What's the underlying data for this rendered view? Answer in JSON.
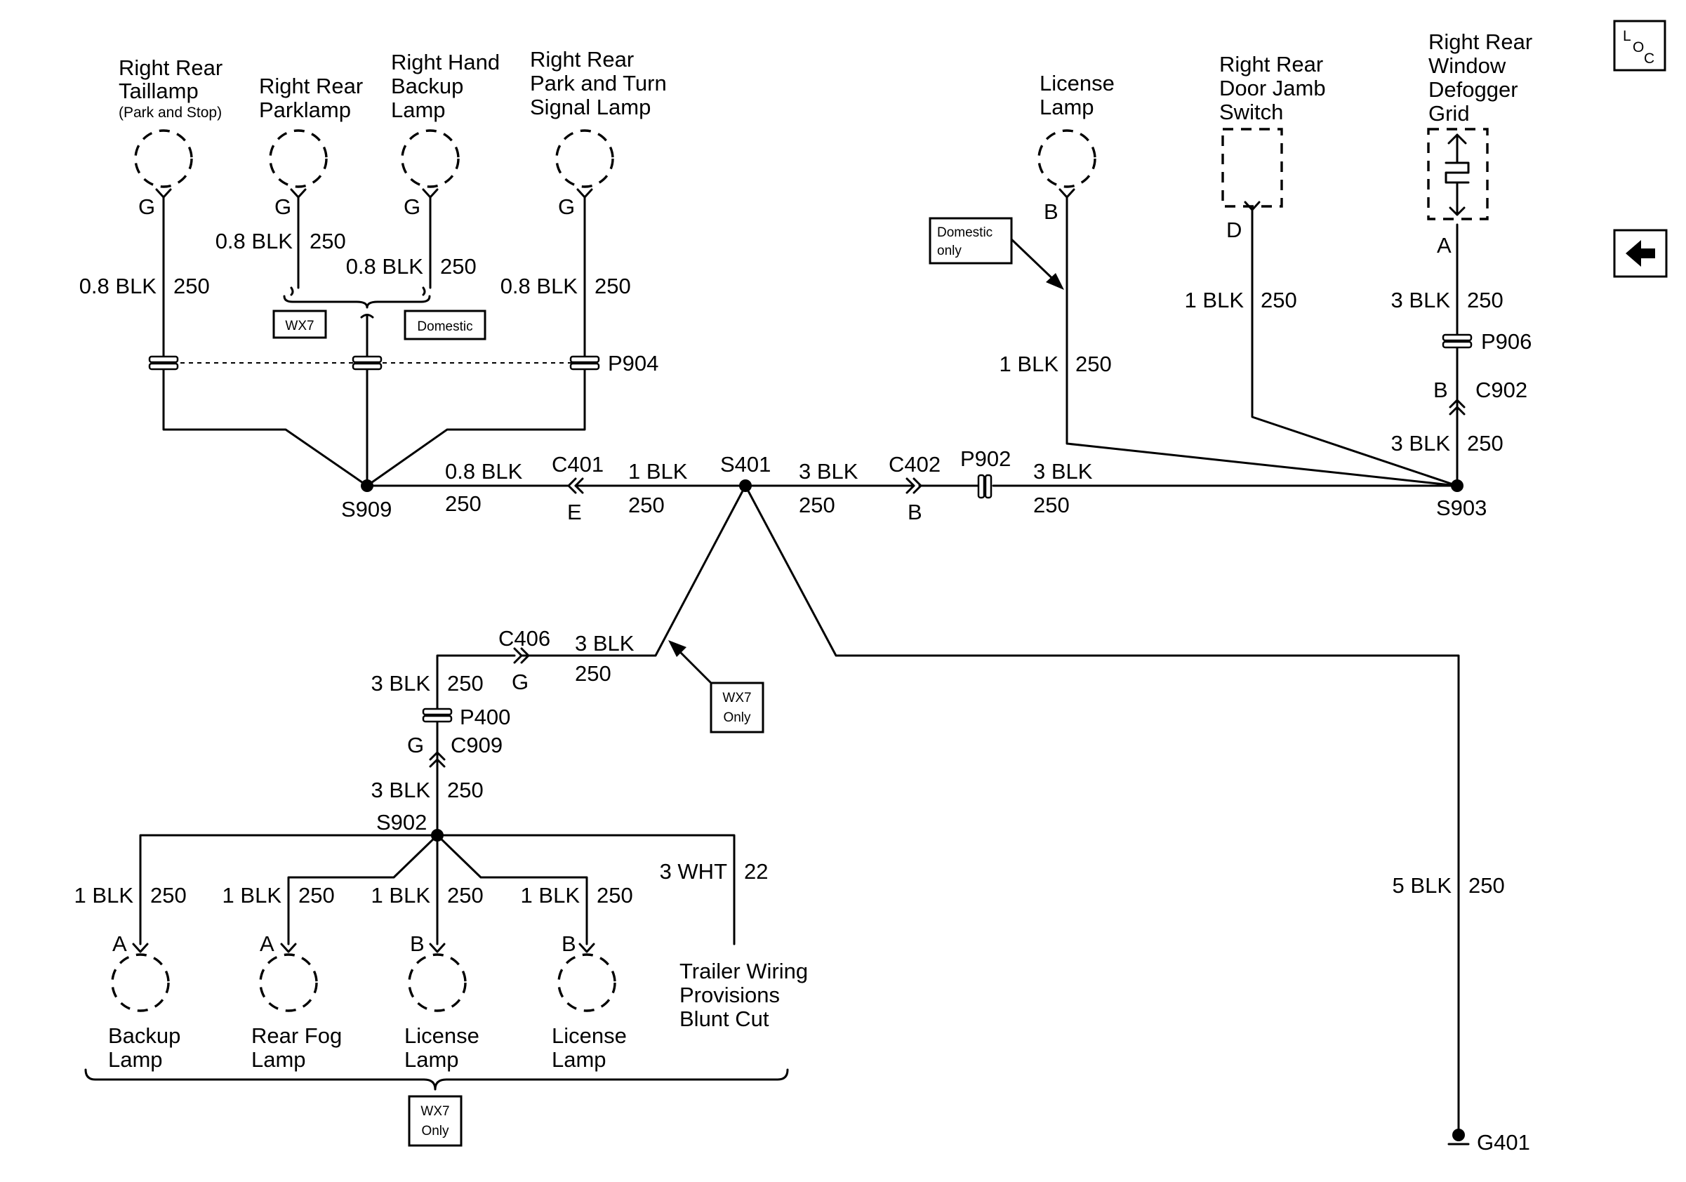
{
  "components": {
    "rr_taillamp": [
      "Right Rear",
      "Taillamp"
    ],
    "rr_taillamp_note": "(Park and Stop)",
    "rr_parklamp": [
      "Right Rear",
      "Parklamp"
    ],
    "rh_backup": [
      "Right Hand",
      "Backup",
      "Lamp"
    ],
    "rr_turn": [
      "Right Rear",
      "Park and Turn",
      "Signal Lamp"
    ],
    "license_top": [
      "License",
      "Lamp"
    ],
    "door_jamb": [
      "Right Rear",
      "Door Jamb",
      "Switch"
    ],
    "defogger": [
      "Right Rear",
      "Window",
      "Defogger",
      "Grid"
    ],
    "backup_lamp": [
      "Backup",
      "Lamp"
    ],
    "rear_fog": [
      "Rear Fog",
      "Lamp"
    ],
    "license_b1": [
      "License",
      "Lamp"
    ],
    "license_b2": [
      "License",
      "Lamp"
    ],
    "trailer": [
      "Trailer Wiring",
      "Provisions",
      "Blunt Cut"
    ]
  },
  "pins": {
    "taillamp": "G",
    "parklamp": "G",
    "backup": "G",
    "turn": "G",
    "license_top": "B",
    "door_jamb": "D",
    "defogger": "A",
    "c902": "B",
    "c401": "E",
    "c402": "B",
    "c406": "G",
    "c909": "G",
    "backup_lamp": "A",
    "rear_fog": "A",
    "license_b1": "B",
    "license_b2": "B"
  },
  "wires": {
    "taillamp": {
      "size": "0.8 BLK",
      "circuit": "250"
    },
    "parklamp": {
      "size": "0.8 BLK",
      "circuit": "250"
    },
    "backup": {
      "size": "0.8 BLK",
      "circuit": "250"
    },
    "turn": {
      "size": "0.8 BLK",
      "circuit": "250"
    },
    "s909_c401": {
      "size": "0.8 BLK",
      "circuit": "250"
    },
    "c401_s401": {
      "size": "1 BLK",
      "circuit": "250"
    },
    "s401_c402": {
      "size": "3 BLK",
      "circuit": "250"
    },
    "p902_s903": {
      "size": "3 BLK",
      "circuit": "250"
    },
    "license_top": {
      "size": "1 BLK",
      "circuit": "250"
    },
    "door_jamb": {
      "size": "1 BLK",
      "circuit": "250"
    },
    "defogger": {
      "size": "3 BLK",
      "circuit": "250"
    },
    "c902_s903": {
      "size": "3 BLK",
      "circuit": "250"
    },
    "c406_s401": {
      "size": "3 BLK",
      "circuit": "250"
    },
    "p400_c406": {
      "size": "3 BLK",
      "circuit": "250"
    },
    "s902_c909": {
      "size": "3 BLK",
      "circuit": "250"
    },
    "backup_lamp": {
      "size": "1 BLK",
      "circuit": "250"
    },
    "rear_fog": {
      "size": "1 BLK",
      "circuit": "250"
    },
    "license_b1": {
      "size": "1 BLK",
      "circuit": "250"
    },
    "license_b2": {
      "size": "1 BLK",
      "circuit": "250"
    },
    "trailer": {
      "size": "3 WHT",
      "circuit": "22"
    },
    "ground": {
      "size": "5 BLK",
      "circuit": "250"
    }
  },
  "refs": {
    "p904": "P904",
    "s909": "S909",
    "c401": "C401",
    "s401": "S401",
    "c402": "C402",
    "p902": "P902",
    "s903": "S903",
    "p906": "P906",
    "c902": "C902",
    "c406": "C406",
    "p400": "P400",
    "c909": "C909",
    "s902": "S902",
    "g401": "G401"
  },
  "options": {
    "wx7": "WX7",
    "domestic": "Domestic",
    "domestic_only": [
      "Domestic",
      "only"
    ],
    "wx7_only": [
      "WX7",
      "Only"
    ]
  },
  "nav": {
    "loc_letters": [
      "L",
      "O",
      "C"
    ]
  }
}
